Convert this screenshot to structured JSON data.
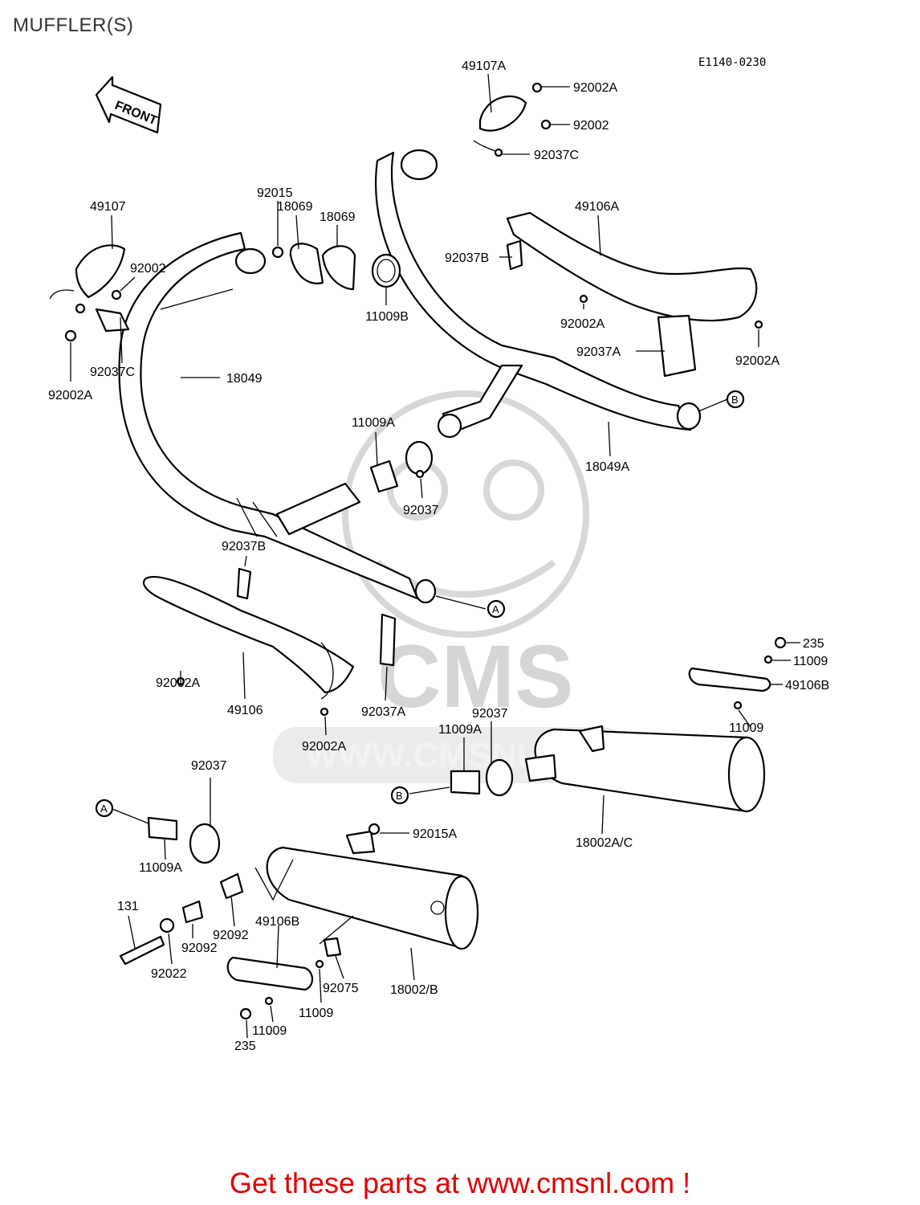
{
  "page": {
    "title": "MUFFLER(S)",
    "diagram_ref": "E1140-0230",
    "front_label": "FRONT",
    "footer": "Get these parts at www.cmsnl.com !"
  },
  "watermark": {
    "brand": "CMS",
    "url": "WWW.CMSNL.COM"
  },
  "callouts": {
    "A": "A",
    "B": "B"
  },
  "parts": [
    "49107A",
    "92002A",
    "92002",
    "92037C",
    "49106A",
    "92037B",
    "92002A",
    "92037A",
    "92002A",
    "92015",
    "18069",
    "18069",
    "11009B",
    "49107",
    "92002",
    "92037C",
    "92002A",
    "18049",
    "11009A",
    "92037",
    "18049A",
    "92037B",
    "92002A",
    "49106",
    "92002A",
    "92037A",
    "235",
    "11009",
    "49106B",
    "11009",
    "92037",
    "11009A",
    "18002A/C",
    "92037",
    "11009A",
    "92015A",
    "131",
    "92092",
    "92092",
    "92022",
    "49106B",
    "92075",
    "11009",
    "18002/B",
    "11009",
    "235"
  ]
}
